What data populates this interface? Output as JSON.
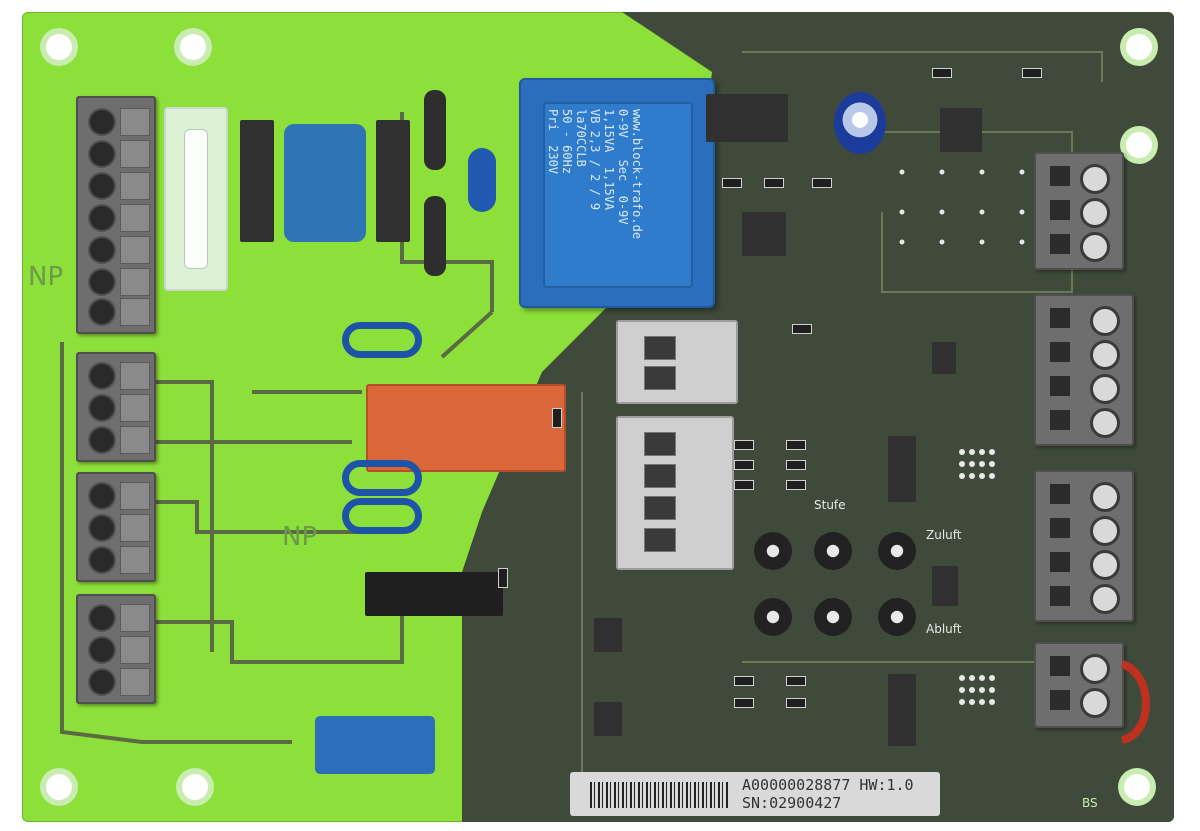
{
  "board": {
    "trafo_text": [
      "www.block-trafo.de",
      "0-9V   Sec  0-9V",
      "1,15VA  1,15VA",
      "VB 2,3 / 2 / 9",
      "la70CCLB",
      "50 - 60Hz",
      "Pri  230V"
    ],
    "label_part": "A00000028877",
    "label_hw": "HW:1.0",
    "label_sn": "SN:02900427",
    "silk_stufe": "Stufe",
    "silk_zuluft": "Zuluft",
    "silk_abluft": "Abluft",
    "silk_bs": "BS",
    "silk_np_1": "NP",
    "silk_np_2": "NP",
    "colors": {
      "pcb_green": "#8ddf3a",
      "pcb_dark": "#3f4a3a",
      "terminal_grey": "#6e6e6e",
      "trafo_blue": "#2a6fbd",
      "relay_red": "#d9673a"
    }
  }
}
